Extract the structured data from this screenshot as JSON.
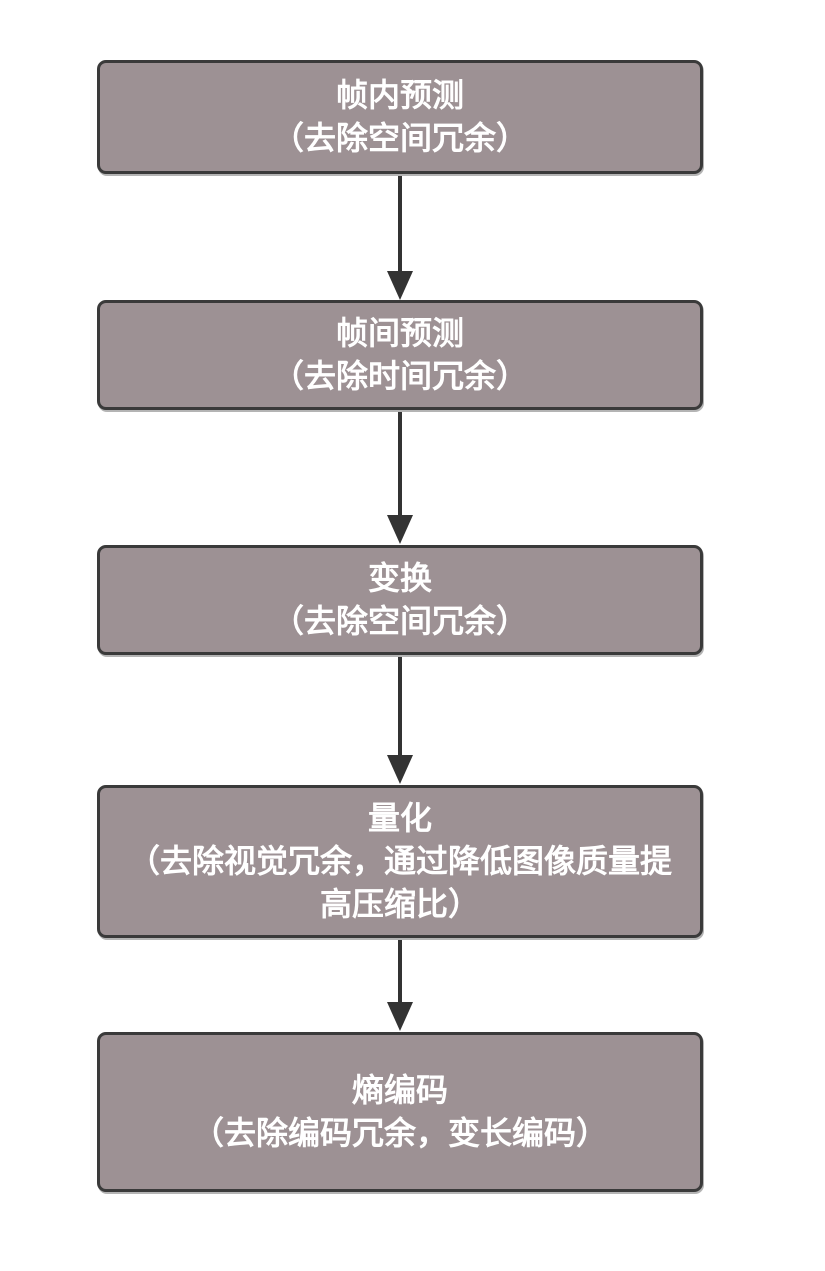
{
  "diagram": {
    "type": "flowchart",
    "direction": "top-down",
    "colors": {
      "page_bg": "#ffffff",
      "box_fill": "#9d9194",
      "box_border": "#3a3a3a",
      "text_color": "#ffffff",
      "arrow_color": "#333333"
    },
    "steps": [
      {
        "title": "帧内预测",
        "subtitle": "（去除空间冗余）"
      },
      {
        "title": "帧间预测",
        "subtitle": "（去除时间冗余）"
      },
      {
        "title": "变换",
        "subtitle": "（去除空间冗余）"
      },
      {
        "title": "量化",
        "subtitle": "（去除视觉冗余，通过降低图像质量提高压缩比）"
      },
      {
        "title": "熵编码",
        "subtitle": "（去除编码冗余，变长编码）"
      }
    ],
    "connections": [
      {
        "from": 0,
        "to": 1
      },
      {
        "from": 1,
        "to": 2
      },
      {
        "from": 2,
        "to": 3
      },
      {
        "from": 3,
        "to": 4
      }
    ]
  }
}
